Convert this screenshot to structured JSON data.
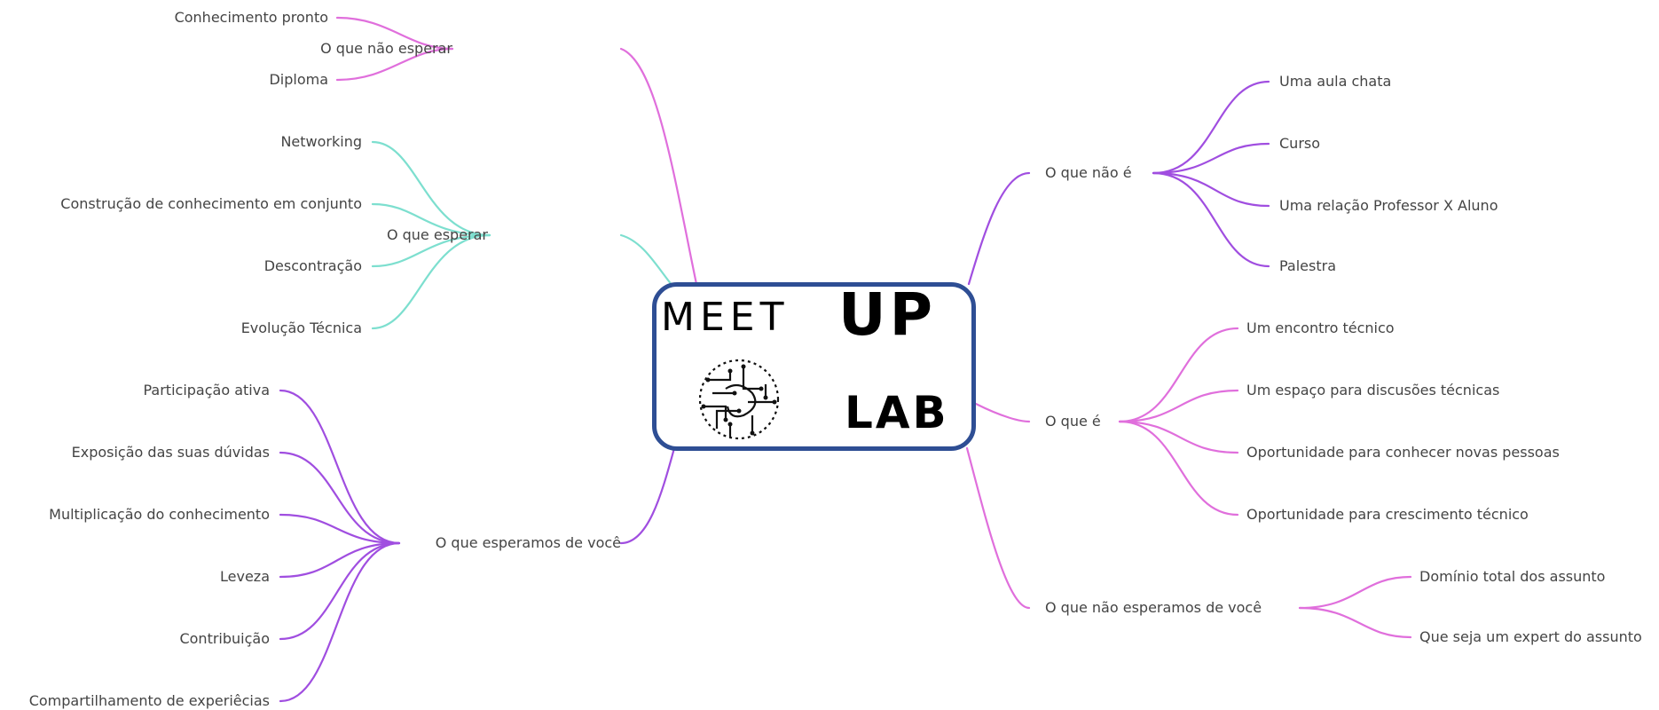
{
  "center": {
    "word1": "MEET",
    "word2": "UP",
    "word3": "LAB"
  },
  "colors": {
    "magenta": "#e06fdc",
    "teal": "#7ddfcf",
    "purple": "#a04ee0",
    "border": "#2e4e94"
  },
  "left": {
    "nao_esperar": {
      "label": "O que não esperar",
      "items": [
        "Conhecimento pronto",
        "Diploma"
      ]
    },
    "esperar": {
      "label": "O que esperar",
      "items": [
        "Networking",
        "Construção de conhecimento em conjunto",
        "Descontração",
        "Evolução Técnica"
      ]
    },
    "esperamos": {
      "label": "O que esperamos de você",
      "items": [
        "Participação ativa",
        "Exposição das suas dúvidas",
        "Multiplicação do conhecimento",
        "Leveza",
        "Contribuição",
        "Compartilhamento de experiêcias"
      ]
    }
  },
  "right": {
    "nao_e": {
      "label": "O que não é",
      "items": [
        "Uma aula chata",
        "Curso",
        "Uma relação Professor X Aluno",
        "Palestra"
      ]
    },
    "e": {
      "label": "O que é",
      "items": [
        "Um encontro técnico",
        "Um espaço para discusões técnicas",
        "Oportunidade para conhecer novas pessoas",
        "Oportunidade para crescimento técnico"
      ]
    },
    "nao_esperamos": {
      "label": "O que não esperamos de você",
      "items": [
        "Domínio total dos assunto",
        "Que seja um expert do assunto"
      ]
    }
  }
}
